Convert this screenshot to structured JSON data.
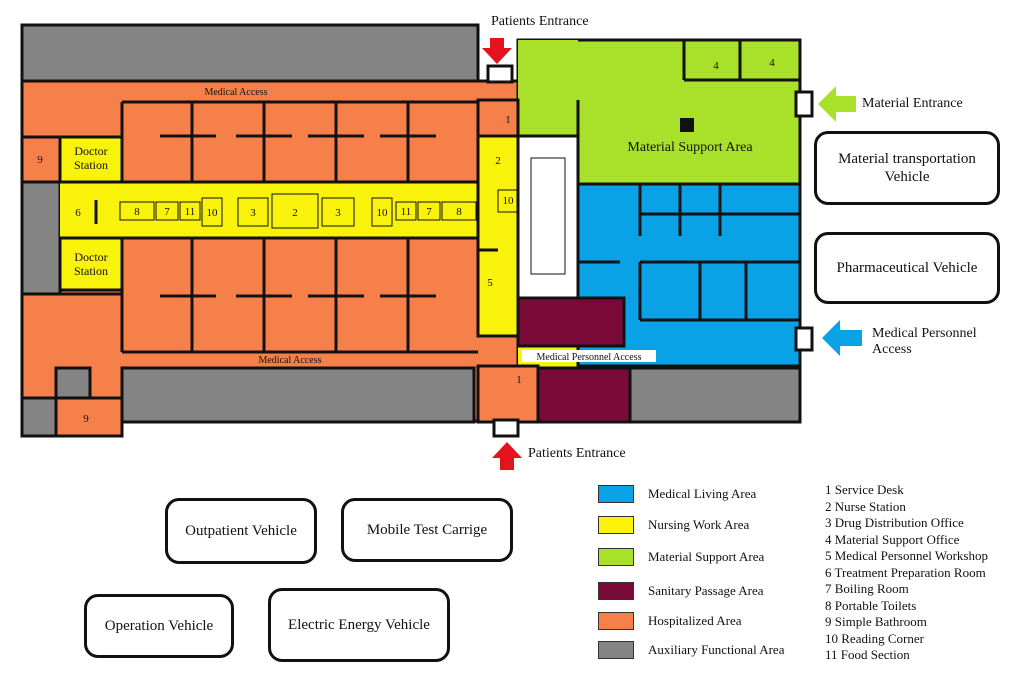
{
  "colors": {
    "medical_living": "#0aa2e6",
    "nursing_work": "#f9f20a",
    "material_support": "#a8e02a",
    "sanitary_passage": "#7a0a38",
    "hospitalized": "#f5804a",
    "auxiliary": "#848484",
    "arrow_red": "#e4141e",
    "arrow_green": "#a8e02a",
    "arrow_blue": "#0aa2e6"
  },
  "entrances": {
    "patients_top": "Patients Entrance",
    "patients_bottom": "Patients Entrance",
    "material": "Material Entrance",
    "medical_personnel": "Medical Personnel Access"
  },
  "plan_labels": {
    "medical_access_top": "Medical Access",
    "medical_access_bottom": "Medical Access",
    "medical_personnel_access": "Medical Personnel Access",
    "material_support_area": "Material Support Area",
    "doctor_station_top": "Doctor Station",
    "doctor_station_bottom": "Doctor Station"
  },
  "room_numbers": {
    "n9_left": "9",
    "n6": "6",
    "n8_left": "8",
    "n7_left": "7",
    "n11_left": "11",
    "n10_left": "10",
    "n3_left": "3",
    "n2_center": "2",
    "n3_right": "3",
    "n10_right": "10",
    "n11_right": "11",
    "n7_right": "7",
    "n8_right": "8",
    "n1_top": "1",
    "n2_side": "2",
    "n10_side": "10",
    "n5": "5",
    "n1_bottom": "1",
    "n9_bottom": "9",
    "n4_a": "4",
    "n4_b": "4"
  },
  "vehicles": {
    "material_transport": "Material transportation Vehicle",
    "pharmaceutical": "Pharmaceutical Vehicle",
    "outpatient": "Outpatient Vehicle",
    "mobile_test": "Mobile Test Carrige",
    "operation": "Operation Vehicle",
    "electric_energy": "Electric Energy Vehicle"
  },
  "legend": [
    {
      "label": "Medical Living Area",
      "color": "#0aa2e6"
    },
    {
      "label": "Nursing Work Area",
      "color": "#f9f20a"
    },
    {
      "label": "Material Support Area",
      "color": "#a8e02a"
    },
    {
      "label": "Sanitary Passage Area",
      "color": "#7a0a38"
    },
    {
      "label": "Hospitalized Area",
      "color": "#f5804a"
    },
    {
      "label": "Auxiliary Functional Area",
      "color": "#848484"
    }
  ],
  "number_key": [
    "1 Service Desk",
    "2 Nurse Station",
    "3 Drug Distribution Office",
    "4 Material Support Office",
    "5 Medical Personnel Workshop",
    "6 Treatment Preparation Room",
    "7 Boiling Room",
    "8 Portable Toilets",
    "9 Simple Bathroom",
    "10 Reading Corner",
    "11 Food Section"
  ]
}
